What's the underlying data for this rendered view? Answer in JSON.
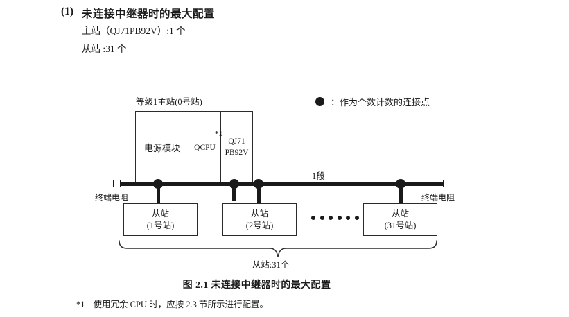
{
  "heading": {
    "number": "(1)",
    "title": "未连接中继器时的最大配置",
    "spec_master": "主站（QJ71PB92V）:1 个",
    "spec_slave": "从站 :31 个"
  },
  "legend": {
    "bullet_icon": "filled-circle-icon",
    "text": "：作为个数计数的连接点"
  },
  "diagram": {
    "master": {
      "label": "等级1主站(0号站)",
      "cells": [
        {
          "label": "电源模块",
          "note": ""
        },
        {
          "label": "QCPU",
          "note": "*1"
        },
        {
          "label": "QJ71\nPB92V",
          "line1": "QJ71",
          "line2": "PB92V",
          "note": ""
        }
      ]
    },
    "bus": {
      "segment_label": "1段",
      "terminator_left_label": "终端电阻",
      "terminator_right_label": "终端电阻",
      "terminator_icon": "white-square-icon",
      "node_icon": "filled-circle-icon",
      "node_count": 4
    },
    "slaves": [
      {
        "title": "从站",
        "station": "(1号站)"
      },
      {
        "title": "从站",
        "station": "(2号站)"
      },
      {
        "title": "从站",
        "station": "(31号站)"
      }
    ],
    "ellipsis_dot_count": 6,
    "brace_label": "从站:31个"
  },
  "caption": "图 2.1  未连接中继器时的最大配置",
  "footnote": {
    "mark": "*1",
    "text": "使用冗余 CPU 时，应按 2.3 节所示进行配置。"
  },
  "colors": {
    "ink": "#1a1a1a",
    "line": "#2b2b2b",
    "paper": "#ffffff"
  }
}
